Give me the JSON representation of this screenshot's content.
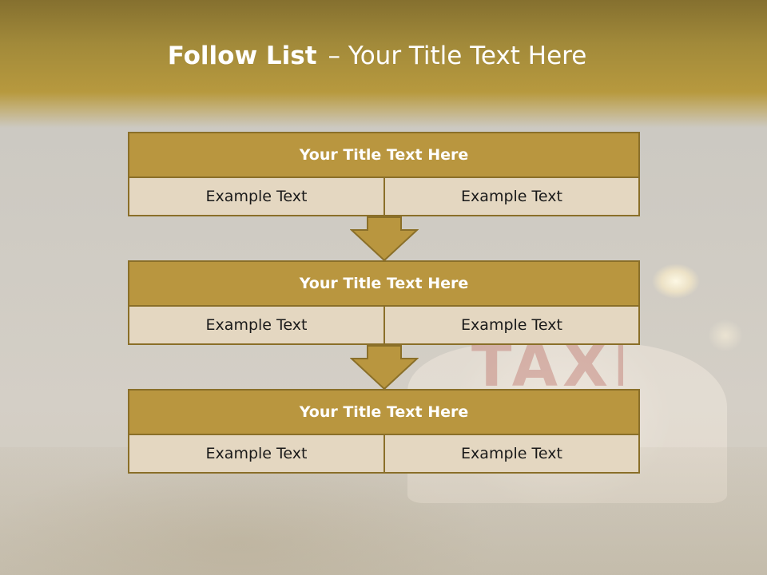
{
  "slide": {
    "title_main": "Follow List",
    "title_rest": "– Your Title Text Here"
  },
  "steps": [
    {
      "header": "Your Title Text Here",
      "left": "Example Text",
      "right": "Example Text"
    },
    {
      "header": "Your Title Text Here",
      "left": "Example Text",
      "right": "Example Text"
    },
    {
      "header": "Your Title Text Here",
      "left": "Example Text",
      "right": "Example Text"
    }
  ],
  "background": {
    "sign_text": "TAXI"
  },
  "colors": {
    "accent": "#b9963f",
    "border": "#8a6f29",
    "cell": "#e4d7c1",
    "band": "#a28a3a"
  },
  "icons": [
    "down-arrow-icon",
    "down-arrow-icon"
  ]
}
